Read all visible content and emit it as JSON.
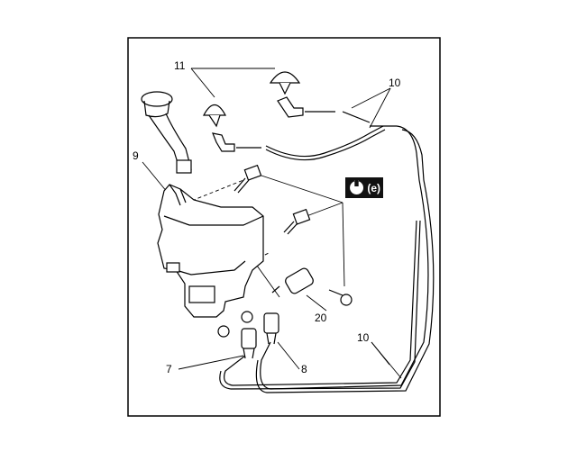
{
  "diagram": {
    "labels": {
      "nozzles": "11",
      "hoses_top": "10",
      "reservoir": "9",
      "sensor": "20",
      "hoses_bottom": "10",
      "pump_left": "7",
      "pump_right": "8"
    },
    "torque_badge": "(e)"
  }
}
